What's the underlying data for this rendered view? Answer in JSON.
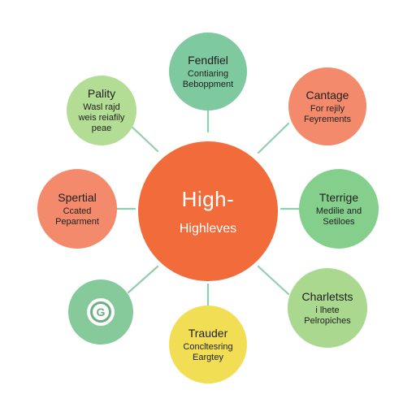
{
  "hub": {
    "title": "High-",
    "subtitle": "Highleves",
    "color": "#f26b3a"
  },
  "nodes": {
    "top": {
      "title": "Fendfiel",
      "sub": "Contiaring\nBeboppment",
      "color": "#7fc9a0"
    },
    "top_right": {
      "title": "Cantage",
      "sub": "For rejily\nFeyrements",
      "color": "#f48a6c"
    },
    "right": {
      "title": "Tterrige",
      "sub": "Medilie and\nSetiloes",
      "color": "#85cf8d"
    },
    "bottom_right": {
      "title": "Charletsts",
      "sub": "i lhete\nPelropiches",
      "color": "#a9d88e"
    },
    "bottom": {
      "title": "Trauder",
      "sub": "Concltesring\nEargtey",
      "color": "#f2de55"
    },
    "bottom_left": {
      "icon": "circular-logo-icon",
      "color": "#86c99b"
    },
    "left": {
      "title": "Spertial",
      "sub": "Ccated\nPeparment",
      "color": "#f48a6c"
    },
    "top_left": {
      "title": "Pality",
      "sub": "Wasl rajd\nweis reiafily\npeae",
      "color": "#b3dd94"
    }
  },
  "connector_color": "#8fcfb0"
}
